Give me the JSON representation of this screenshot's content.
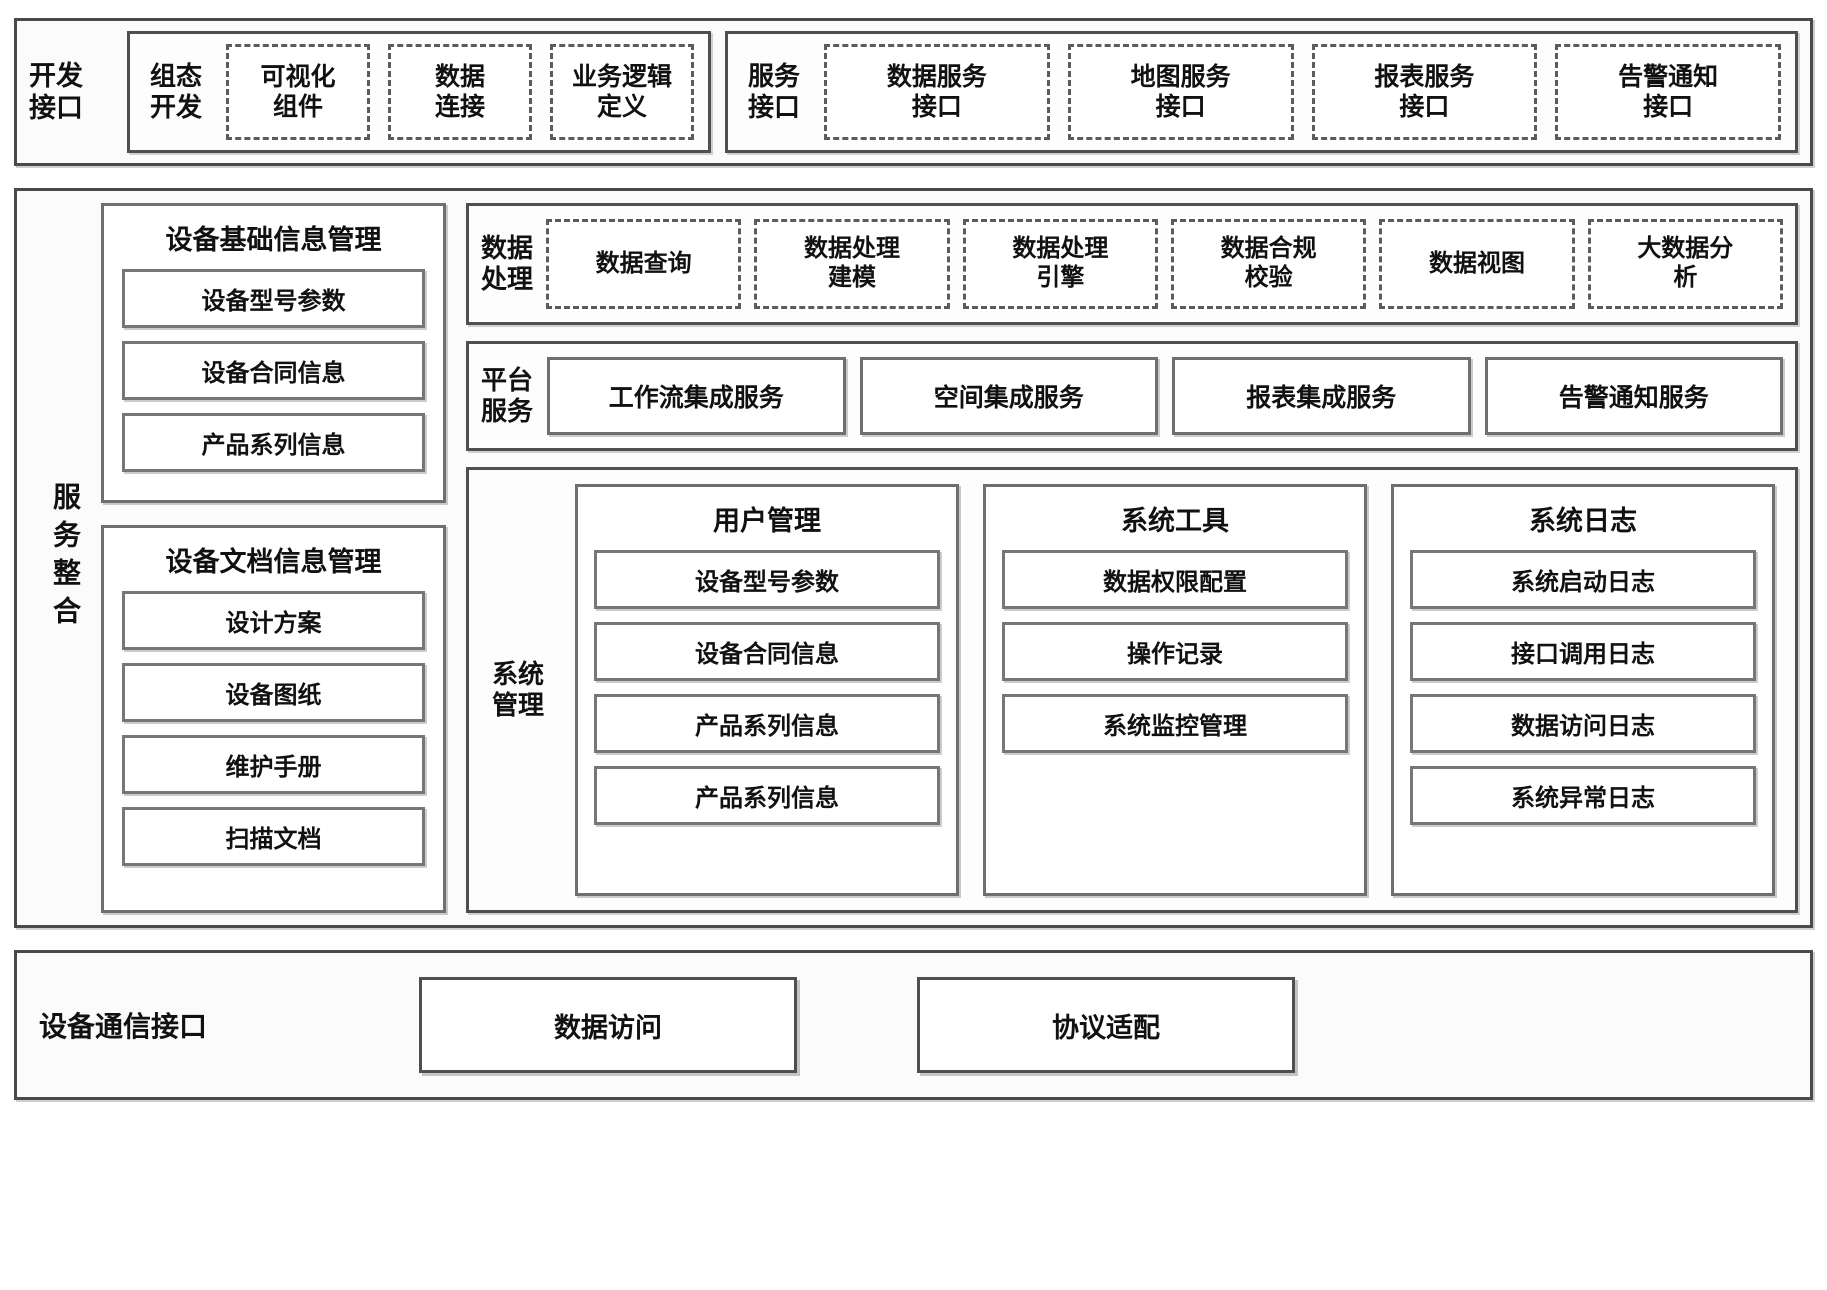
{
  "top_band": {
    "row_label": "开发\n接口",
    "dev_group": {
      "label": "组态\n开发",
      "chips": [
        "可视化\n组件",
        "数据\n连接",
        "业务逻辑\n定义"
      ]
    },
    "service_group": {
      "label": "服务\n接口",
      "chips": [
        "数据服务\n接口",
        "地图服务\n接口",
        "报表服务\n接口",
        "告警通知\n接口"
      ]
    }
  },
  "middle_band": {
    "side_label": "服务整合",
    "basic_info_panel": {
      "title": "设备基础信息管理",
      "items": [
        "设备型号参数",
        "设备合同信息",
        "产品系列信息"
      ]
    },
    "doc_info_panel": {
      "title": "设备文档信息管理",
      "items": [
        "设计方案",
        "设备图纸",
        "维护手册",
        "扫描文档"
      ]
    },
    "data_processing": {
      "label": "数据\n处理",
      "chips": [
        "数据查询",
        "数据处理\n建模",
        "数据处理\n引擎",
        "数据合规\n校验",
        "数据视图",
        "大数据分\n析"
      ]
    },
    "platform_services": {
      "label": "平台\n服务",
      "chips": [
        "工作流集成服务",
        "空间集成服务",
        "报表集成服务",
        "告警通知服务"
      ]
    },
    "system_management": {
      "label": "系统\n管理",
      "cards": [
        {
          "title": "用户管理",
          "items": [
            "设备型号参数",
            "设备合同信息",
            "产品系列信息",
            "产品系列信息"
          ]
        },
        {
          "title": "系统工具",
          "items": [
            "数据权限配置",
            "操作记录",
            "系统监控管理"
          ]
        },
        {
          "title": "系统日志",
          "items": [
            "系统启动日志",
            "接口调用日志",
            "数据访问日志",
            "系统异常日志"
          ]
        }
      ]
    }
  },
  "bottom_band": {
    "row_label": "设备通信接口",
    "chips": [
      "数据访问",
      "协议适配"
    ]
  }
}
